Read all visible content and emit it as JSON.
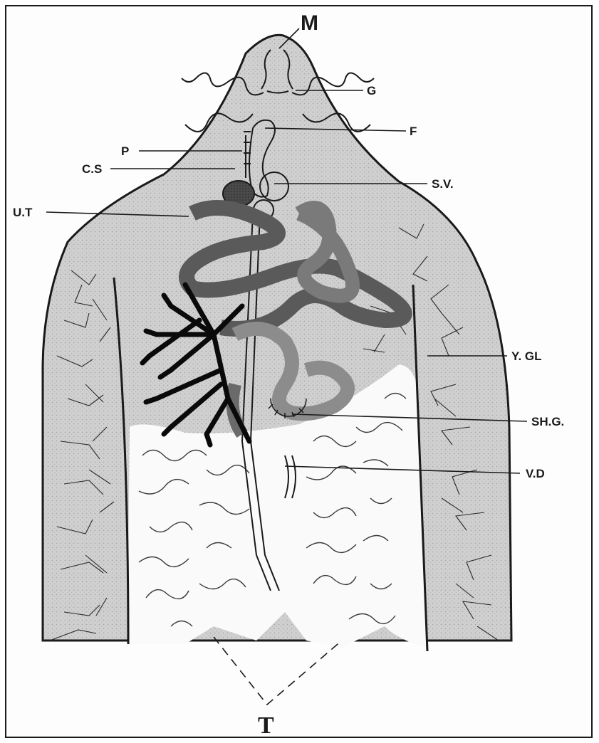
{
  "colors": {
    "ink": "#1a1a1a",
    "body_tint": "#d4d4d4",
    "testis_bg": "#fbfbfb",
    "uterus_dark": "#5a5a5a",
    "uterus_mid": "#8c8c8c"
  },
  "labels": {
    "M": "M",
    "G": "G",
    "F": "F",
    "P": "P",
    "CS": "C.S",
    "SV": "S.V.",
    "UT": "U.T",
    "YGL": "Y. GL",
    "SHG": "SH.G.",
    "VD": "V.D",
    "T": "T"
  }
}
